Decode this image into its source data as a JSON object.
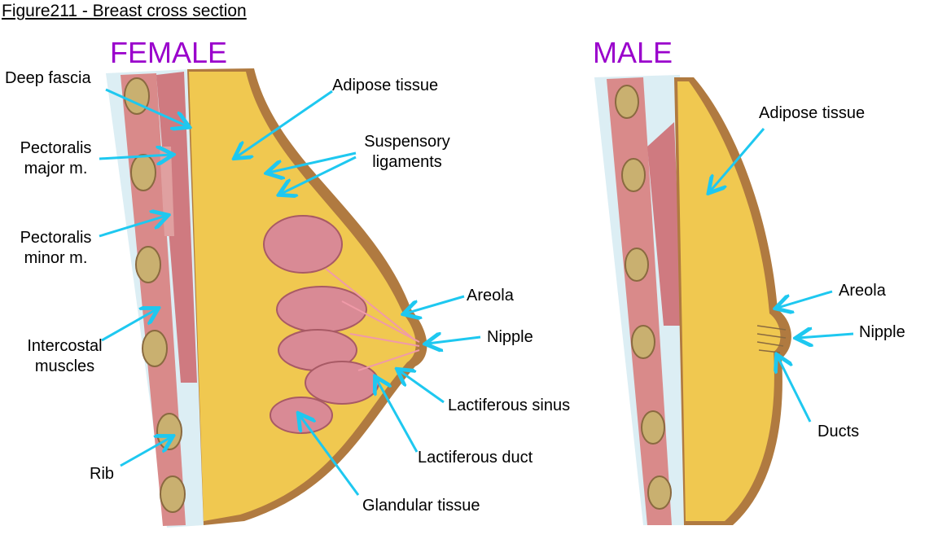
{
  "title": "Figure211 - Breast cross section",
  "female": {
    "heading": "FEMALE",
    "labels": {
      "deep_fascia": "Deep fascia",
      "pectoralis_major_1": "Pectoralis",
      "pectoralis_major_2": "major m.",
      "pectoralis_minor_1": "Pectoralis",
      "pectoralis_minor_2": "minor m.",
      "intercostal_1": "Intercostal",
      "intercostal_2": "muscles",
      "rib": "Rib",
      "adipose": "Adipose tissue",
      "suspensory_1": "Suspensory",
      "suspensory_2": "ligaments",
      "areola": "Areola",
      "nipple": "Nipple",
      "lactiferous_sinus": "Lactiferous sinus",
      "lactiferous_duct": "Lactiferous duct",
      "glandular": "Glandular tissue"
    }
  },
  "male": {
    "heading": "MALE",
    "labels": {
      "adipose": "Adipose tissue",
      "areola": "Areola",
      "nipple": "Nipple",
      "ducts": "Ducts"
    }
  },
  "colors": {
    "heading": "#9a00cc",
    "arrow": "#1ec8f0",
    "fat": "#f0c850",
    "skin": "#b07a40",
    "muscle": "#d98a8a",
    "gland": "#d98a95"
  }
}
